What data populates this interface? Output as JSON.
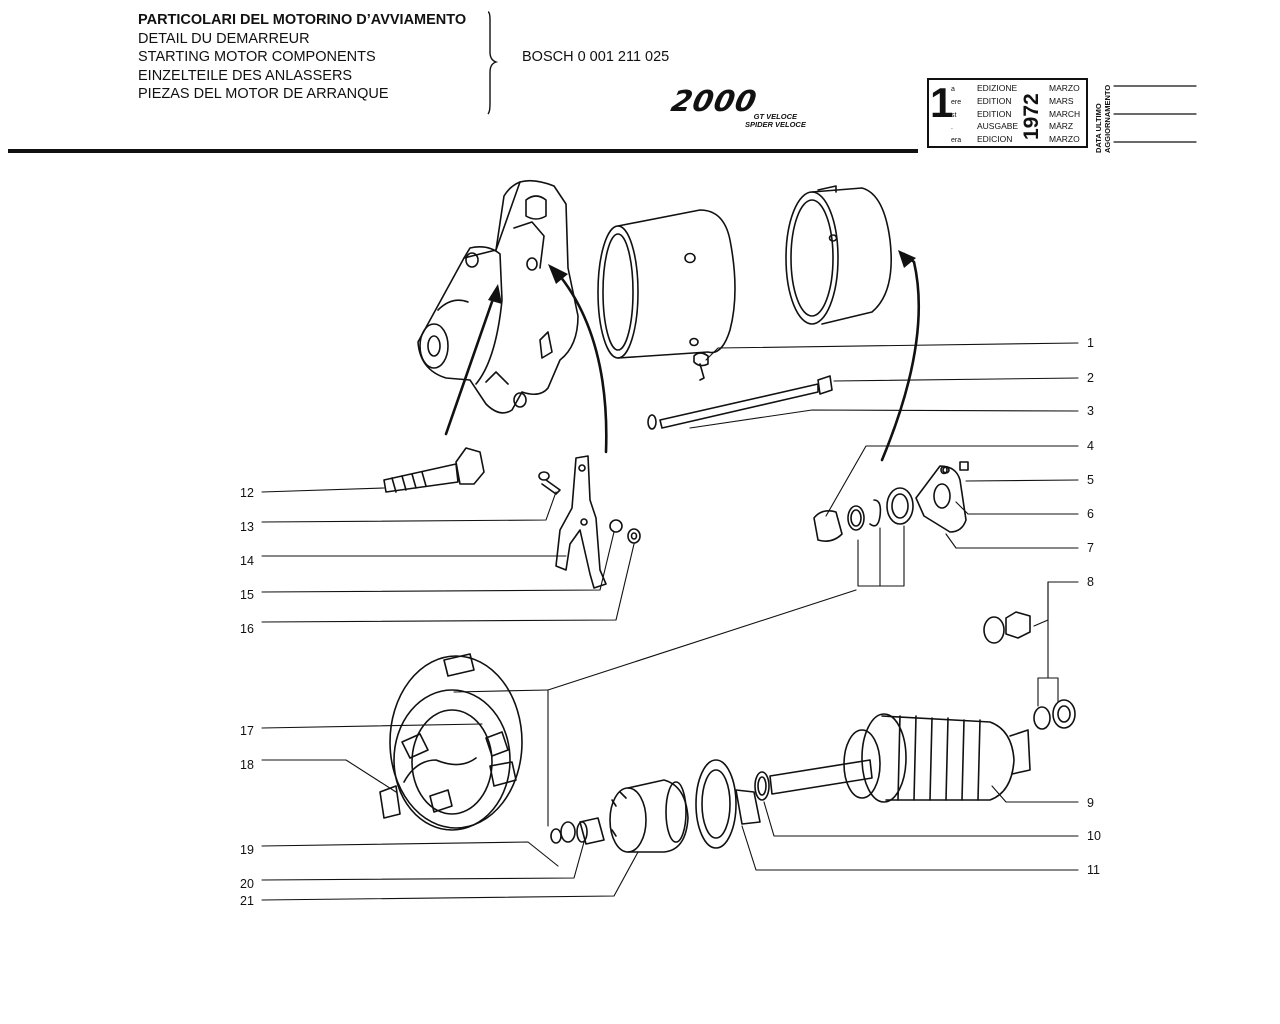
{
  "header": {
    "titles": [
      "PARTICOLARI DEL MOTORINO D’AVVIAMENTO",
      "DETAIL DU DEMARREUR",
      "STARTING MOTOR COMPONENTS",
      "EINZELTEILE DES ANLASSERS",
      "PIEZAS DEL MOTOR DE ARRANQUE"
    ],
    "part_code": "BOSCH 0 001 211 025",
    "model_logo": "2000",
    "model_variants": [
      "GT VELOCE",
      "SPIDER VELOCE"
    ]
  },
  "edition_box": {
    "number": "1",
    "suffixes": [
      "a",
      "ere",
      "st",
      ".",
      "era"
    ],
    "words": [
      "EDIZIONE",
      "EDITION",
      "EDITION",
      "AUSGABE",
      "EDICION"
    ],
    "year": "1972",
    "months": [
      "MARZO",
      "MARS",
      "MARCH",
      "MÄRZ",
      "MARZO"
    ],
    "update_label": [
      "DATA ULTIMO",
      "AGGIORNAMENTO"
    ]
  },
  "callouts": {
    "right": [
      "1",
      "2",
      "3",
      "4",
      "5",
      "6",
      "7",
      "8",
      "9",
      "10",
      "11"
    ],
    "left": [
      "12",
      "13",
      "14",
      "15",
      "16",
      "17",
      "18",
      "19",
      "20",
      "21"
    ]
  },
  "colors": {
    "ink": "#111111",
    "paper": "#ffffff"
  }
}
